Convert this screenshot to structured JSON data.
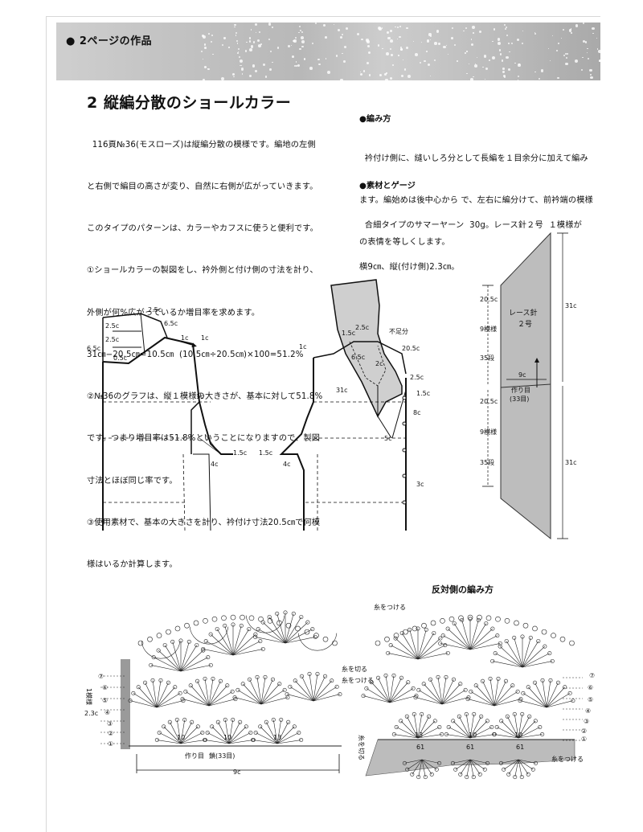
{
  "header": {
    "label": "● 2ページの作品"
  },
  "title": "2  縦編分散のショールカラー",
  "intro_lines": [
    "  116頁№36(モスローズ)は縦編分散の模様です。編地の左側",
    "と右側で編目の高さが変り、自然に右側が広がっていきます。",
    "このタイプのパターンは、カラーやカフスに使うと便利です。",
    "①ショールカラーの製図をし、衿外側と付け側の寸法を計り、",
    "外側が何%広がっているか増目率を求めます。",
    "31㎝−20.5㎝=10.5㎝  (10.5㎝÷20.5㎝)×100=51.2%",
    "②№36のグラフは、縦１模様の大きさが、基本に対して51.8%",
    "です。つまり増目率は51.8%ということになりますので、製図",
    "寸法とほぼ同じ率です。",
    "③使用素材で、基本の大きさを計り、衿付け寸法20.5㎝で何模",
    "様はいるか計算します。"
  ],
  "knitting": {
    "heading": "●編み方",
    "lines": [
      "  衿付け側に、縫いしろ分として長編を１目余分に加えて編み",
      "ます。編始めは後中心から で、左右に編分けて、前衿端の模様",
      "の表情を等しくします。"
    ]
  },
  "materials": {
    "heading": "●素材とゲージ",
    "lines": [
      "  合細タイプのサマーヤーン  30g。レース針２号  １模様が",
      "横9㎝、縦(付け側)2.3㎝。"
    ]
  },
  "pattern_labels": {
    "l_25c_top": "2.5c",
    "l_25c_a": "2.5c",
    "l_25c_b": "2.5c",
    "l_65c_l": "6.5c",
    "l_65c_r": "6.5c",
    "l_05c": "0.5c",
    "l_1c_a": "1c",
    "l_1c_b": "1c",
    "l_1c_c": "1c",
    "l_15c_l": "1.5c",
    "l_4c_l": "4c",
    "r_25c": "2.5c",
    "r_15c_a": "1.5c",
    "r_1c": "1c",
    "r_fusoku": "不足分",
    "r_205c": "20.5c",
    "r_65c": "6.5c",
    "r_2c": "2c",
    "r_25c_b": "2.5c",
    "r_31c": "31c",
    "r_15c_b": "1.5c",
    "r_8c": "8c",
    "r_5c": "5c",
    "r_15c_c": "1.5c",
    "r_4c": "4c",
    "r_3c": "3c"
  },
  "collar": {
    "needle": "レース針",
    "needle_num": "２号",
    "width": "9c",
    "start_label": "作り目",
    "start_count": "(33目)",
    "top_dim": "20.5c",
    "top_repeat": "9模様",
    "top_rows": "35段",
    "bot_dim": "20.5c",
    "bot_repeat": "9模様",
    "bot_rows": "35段",
    "len_top": "31c",
    "len_bot": "31c"
  },
  "chart_left": {
    "rows": [
      "⑦",
      "⑥",
      "⑤",
      "④",
      "③",
      "②",
      "①"
    ],
    "motif": "1模様",
    "height": "2.3c",
    "counts": [
      "10",
      "10",
      "13"
    ],
    "start_label": "作り目",
    "start_count": "鎖(33目)",
    "width": "9c"
  },
  "chart_right": {
    "title": "反対側の編み方",
    "notes": [
      "糸を切る",
      "糸をつける",
      "糸をつける",
      "糸をつける",
      "糸を切る",
      "糸をつける"
    ],
    "rows": [
      "⑦",
      "⑥",
      "⑤",
      "④",
      "③",
      "②",
      "①"
    ],
    "counts": [
      "13",
      "10",
      "10"
    ],
    "counts_gray": [
      "61",
      "61",
      "61"
    ]
  }
}
